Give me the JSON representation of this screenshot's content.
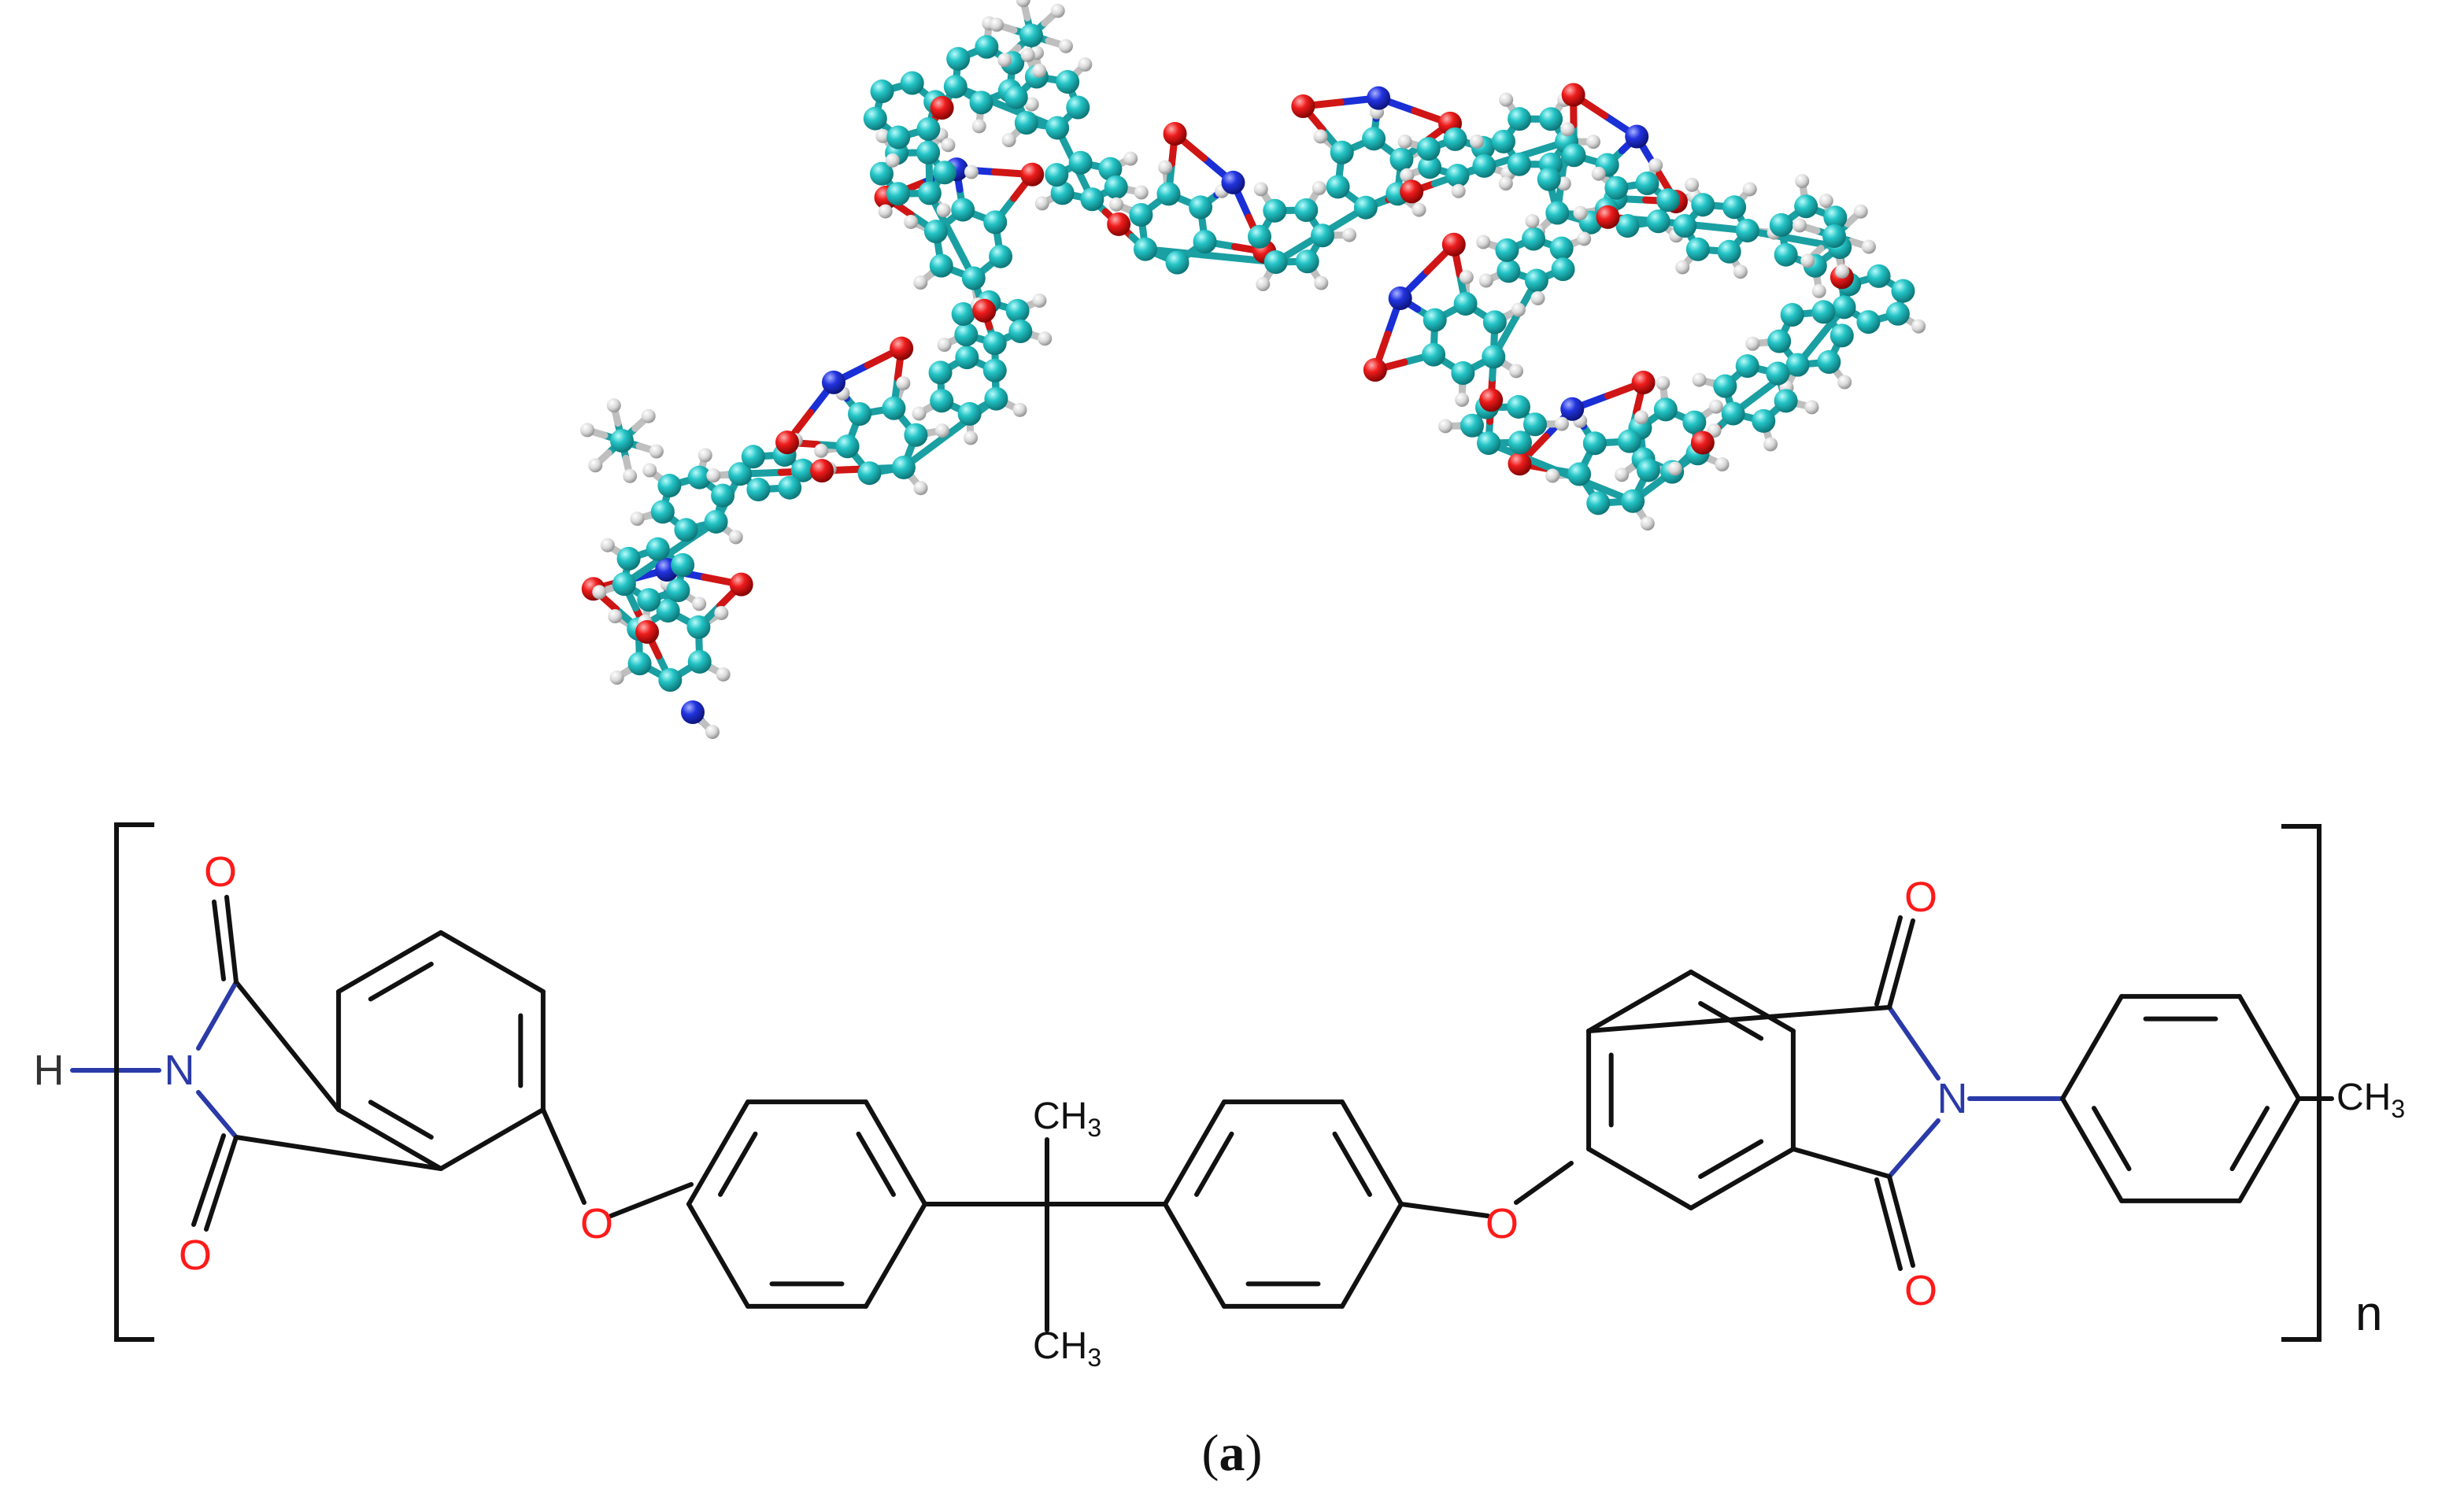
{
  "labels": {
    "oxygen": "O",
    "nitrogen": "N",
    "hydrogen": "H",
    "methyl": "CH",
    "methyl_sub": "3",
    "repeat": "n",
    "caption_open": "(",
    "caption_letter": "a",
    "caption_close": ")"
  },
  "colors": {
    "carbon": "#1fb5b8",
    "oxygen": "#e41818",
    "nitrogen": "#1a2fd6",
    "hydrogen": "#dcdcdc",
    "bond": "#111111",
    "label_red": "#ff1a1a",
    "label_blue": "#2a3aa8"
  }
}
